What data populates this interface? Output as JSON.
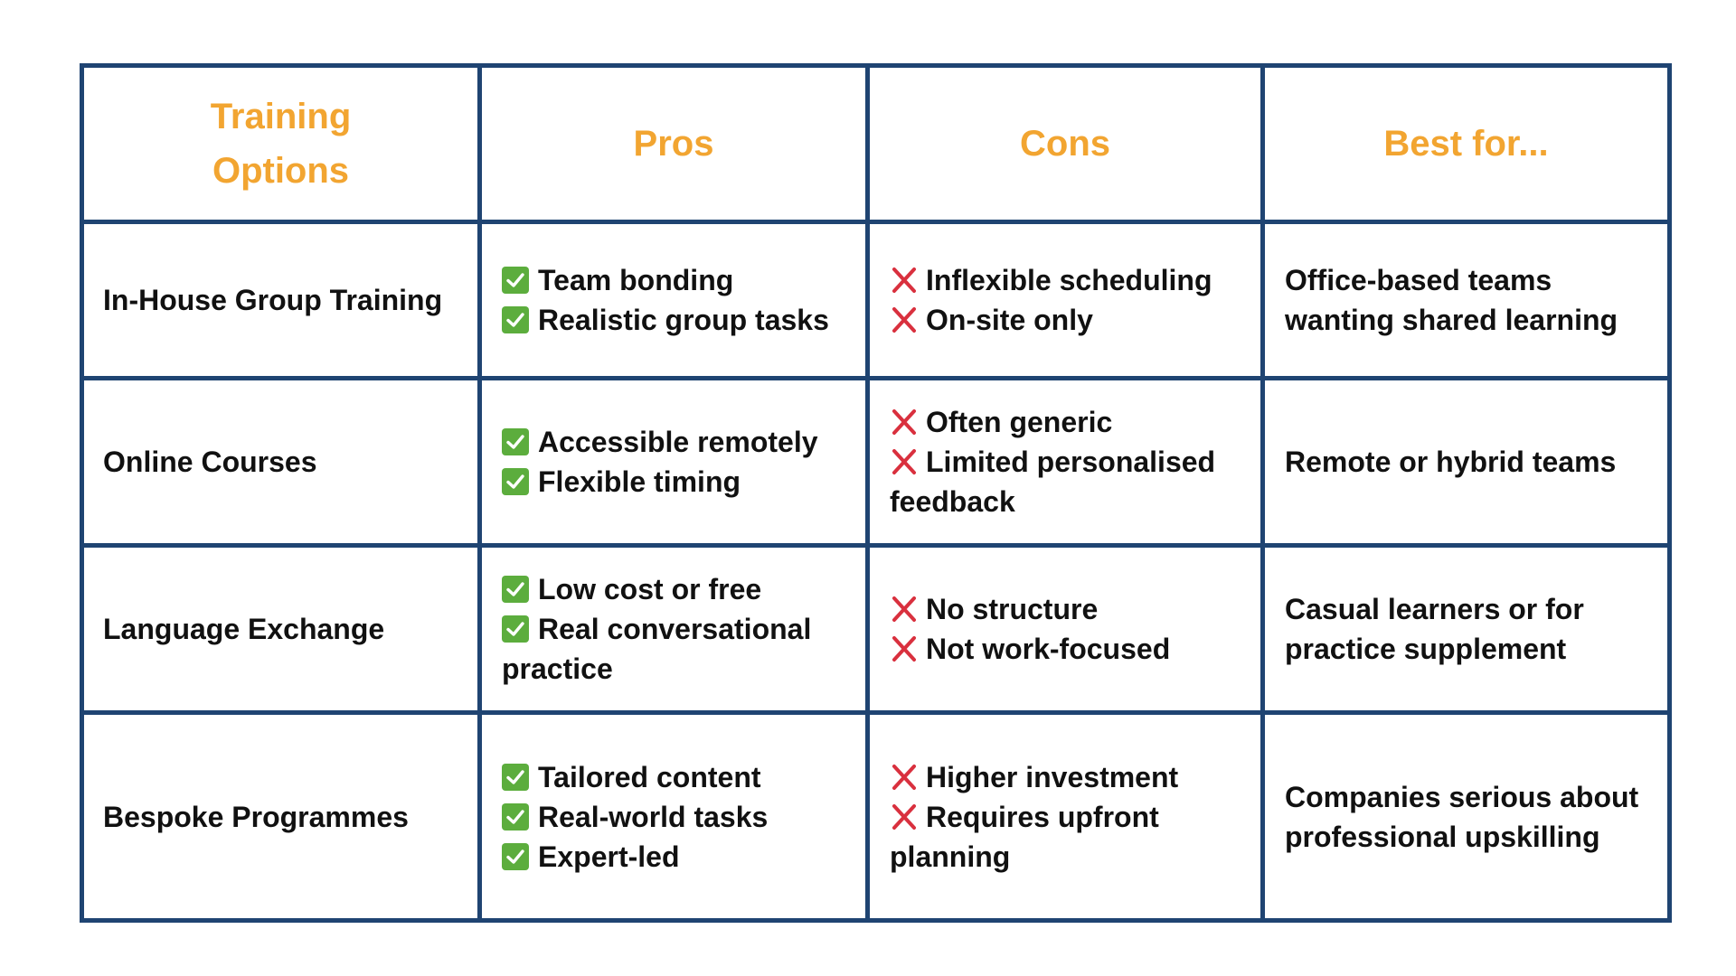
{
  "headers": {
    "options_line1": "Training",
    "options_line2": "Options",
    "pros": "Pros",
    "cons": "Cons",
    "best_for": "Best for..."
  },
  "rows": [
    {
      "name": "In-House Group Training",
      "pros": [
        "Team bonding",
        "Realistic group tasks"
      ],
      "cons": [
        "Inflexible scheduling",
        "On-site only"
      ],
      "best_for": "Office-based teams wanting shared learning"
    },
    {
      "name": "Online Courses",
      "pros": [
        "Accessible remotely",
        "Flexible timing"
      ],
      "cons": [
        "Often generic",
        "Limited personalised feedback"
      ],
      "best_for": "Remote or hybrid teams"
    },
    {
      "name": "Language Exchange",
      "pros": [
        "Low cost or free",
        "Real conversational practice"
      ],
      "cons": [
        "No structure",
        "Not work-focused"
      ],
      "best_for": "Casual learners or for practice supplement"
    },
    {
      "name": "Bespoke Programmes",
      "pros": [
        "Tailored content",
        "Real-world tasks",
        "Expert-led"
      ],
      "cons": [
        "Higher investment",
        "Requires upfront planning"
      ],
      "best_for": "Companies serious about professional upskilling"
    }
  ],
  "icons": {
    "pro": "check-mark-icon",
    "con": "cross-mark-icon"
  },
  "colors": {
    "border": "#1f4472",
    "header_text": "#f2a531",
    "check": "#5cad3d",
    "cross": "#d9303e"
  }
}
